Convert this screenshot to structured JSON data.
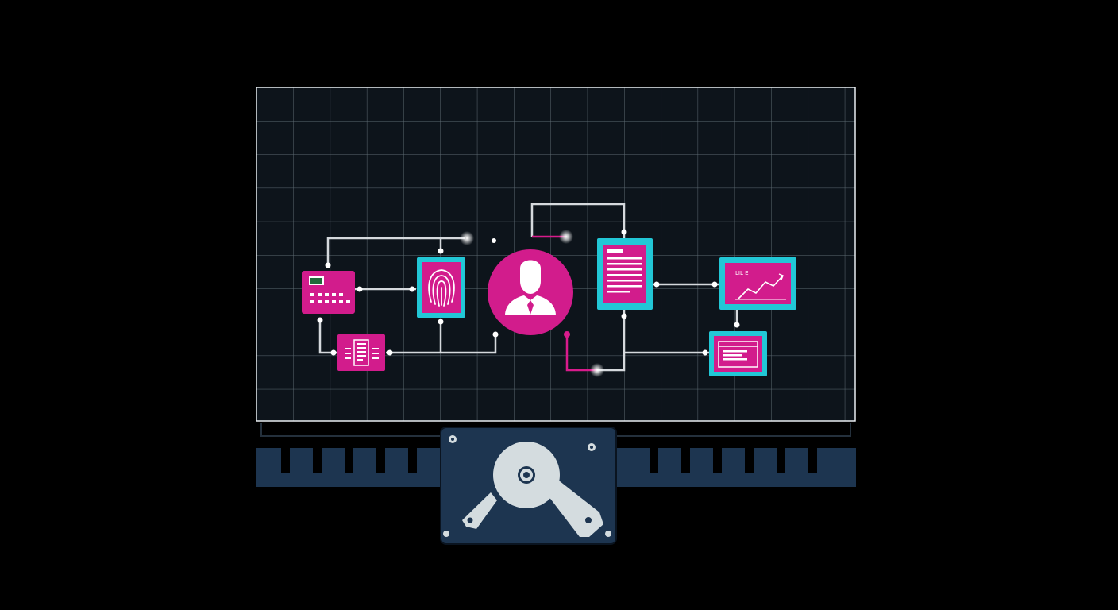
{
  "colors": {
    "background": "#000000",
    "panel_fill": "#0d141b",
    "grid_line": "#5d6a72",
    "frame": "#e9eef2",
    "connector": "#d5d9dd",
    "connector_accent": "#d81b8c",
    "node_magenta": "#d21c8c",
    "node_cyan": "#22c7d6",
    "node_glyph": "#ffffff",
    "base_steel": "#1d3550",
    "disk_platter": "#d4dcdf"
  },
  "diagram": {
    "nodes": [
      {
        "id": "card-terminal",
        "icon": "keypad-card-icon",
        "style": "magenta"
      },
      {
        "id": "fingerprint",
        "icon": "fingerprint-icon",
        "style": "cyan-framed"
      },
      {
        "id": "user",
        "icon": "user-avatar-icon",
        "style": "magenta-circle"
      },
      {
        "id": "document",
        "icon": "document-icon",
        "style": "cyan-framed"
      },
      {
        "id": "chart-monitor",
        "icon": "line-chart-icon",
        "style": "cyan-framed"
      },
      {
        "id": "browser-window",
        "icon": "browser-window-icon",
        "style": "cyan-framed"
      },
      {
        "id": "receipt",
        "icon": "receipt-icon",
        "style": "magenta"
      }
    ],
    "chart_label": "LIL E"
  },
  "storage": {
    "icon": "hard-disk-drive-icon"
  }
}
